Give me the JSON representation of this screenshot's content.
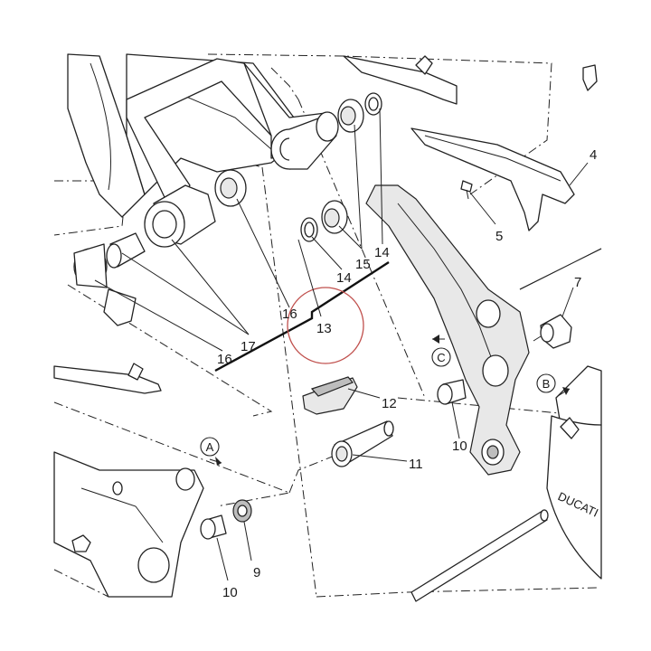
{
  "diagram": {
    "callouts": [
      {
        "id": "c4",
        "label": "4"
      },
      {
        "id": "c5",
        "label": "5"
      },
      {
        "id": "c7",
        "label": "7"
      },
      {
        "id": "c9",
        "label": "9"
      },
      {
        "id": "c10a",
        "label": "10"
      },
      {
        "id": "c10b",
        "label": "10"
      },
      {
        "id": "c11",
        "label": "11"
      },
      {
        "id": "c12",
        "label": "12"
      },
      {
        "id": "c13",
        "label": "13"
      },
      {
        "id": "c14a",
        "label": "14"
      },
      {
        "id": "c14b",
        "label": "14"
      },
      {
        "id": "c15",
        "label": "15"
      },
      {
        "id": "c16a",
        "label": "16"
      },
      {
        "id": "c16b",
        "label": "16"
      },
      {
        "id": "c17",
        "label": "17"
      }
    ],
    "refs": [
      {
        "id": "rA",
        "label": "A"
      },
      {
        "id": "rB",
        "label": "B"
      },
      {
        "id": "rC",
        "label": "C"
      }
    ],
    "brand_text": "DUCATI",
    "highlight_color": "#c0504d"
  }
}
